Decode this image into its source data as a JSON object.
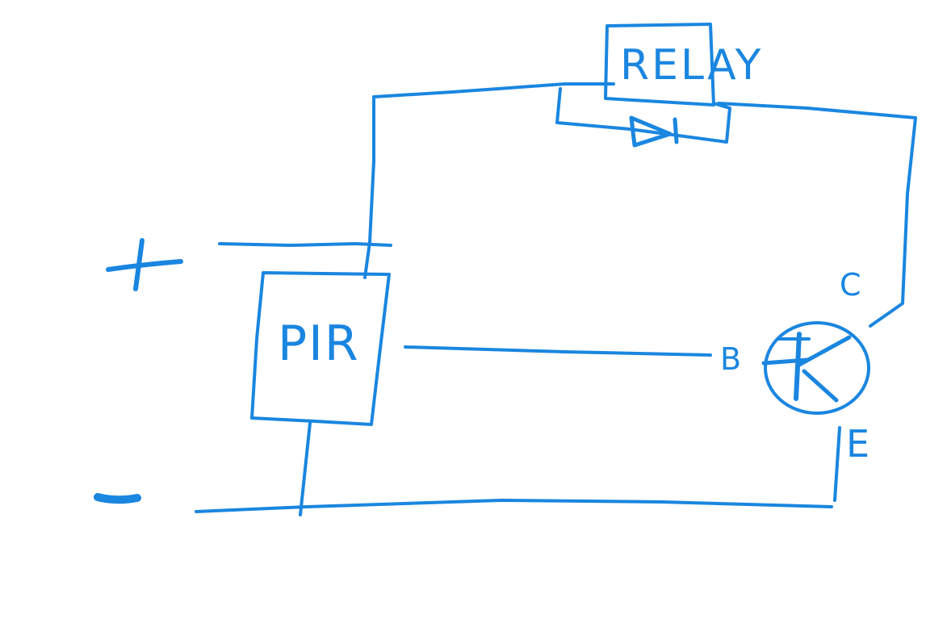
{
  "ink_color": "#1a86e0",
  "background_color": "#ffffff",
  "labels": {
    "relay": "RELAY",
    "pir": "PIR",
    "positive": "+",
    "negative": "-",
    "base": "B",
    "collector": "C",
    "emitter": "E"
  },
  "components": {
    "relay": "relay-box",
    "diode": "diode-symbol",
    "sensor": "pir-sensor-box",
    "transistor": "npn-transistor-symbol"
  }
}
